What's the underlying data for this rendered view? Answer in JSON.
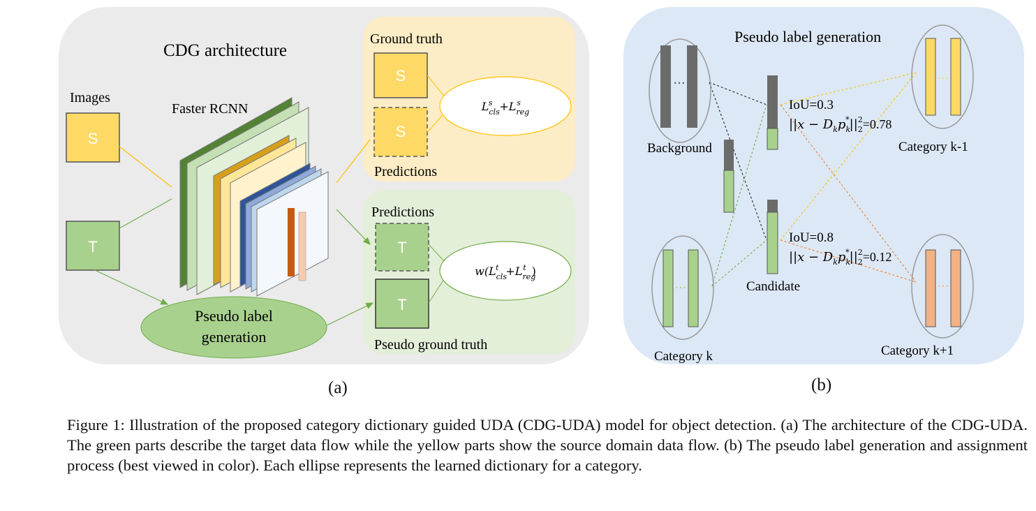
{
  "panel_a": {
    "title": "CDG architecture",
    "images_label": "Images",
    "source_letter": "S",
    "target_letter": "T",
    "network_label": "Faster RCNN",
    "ground_truth_label": "Ground truth",
    "predictions_source_label": "Predictions",
    "loss_source": {
      "base": "L",
      "sup": "s",
      "sub1": "cls",
      "plus": "+",
      "sub2": "reg"
    },
    "predictions_target_label": "Predictions",
    "loss_target": {
      "w": "w(",
      "base": "L",
      "sup": "t",
      "sub1": "cls",
      "plus": "+",
      "sub2": "reg",
      "close": ")"
    },
    "pseudo_gt_label": "Pseudo ground truth",
    "pseudo_module_line1": "Pseudo label",
    "pseudo_module_line2": "generation",
    "sublabel": "(a)"
  },
  "panel_b": {
    "title": "Pseudo label generation",
    "background_label": "Background",
    "category_k_label": "Category k",
    "category_km1_label": "Category k-1",
    "category_kp1_label": "Category k+1",
    "candidate_label": "Candidate",
    "ellipsis": "···",
    "iou_top": "IoU=0.3",
    "dist_top_value": "=0.78",
    "iou_bottom": "IoU=0.8",
    "dist_bottom_value": "=0.12",
    "dist_formula": {
      "left": "||x − D",
      "k": "k",
      "p": "p",
      "star": "*",
      "bars": "||",
      "two_sup": "2",
      "two_sub": "2"
    },
    "sublabel": "(b)"
  },
  "caption": "Figure 1: Illustration of the proposed category dictionary guided UDA (CDG-UDA) model for object detection. (a) The architecture of the CDG-UDA. The green parts describe the target data flow while the yellow parts show the source domain data flow. (b) The pseudo label generation and assignment process (best viewed in color). Each ellipse represents the learned dictionary for a category.",
  "colors": {
    "panel_a_bg": "#ebebeb",
    "yellow_panel": "#fdedc6",
    "green_panel": "#e4efda",
    "panel_b_bg": "#dce8f5",
    "source_yellow": "#ffd966",
    "target_green": "#a9d18e",
    "bar_gray": "#6b6b6b",
    "salmon": "#f4b183"
  }
}
